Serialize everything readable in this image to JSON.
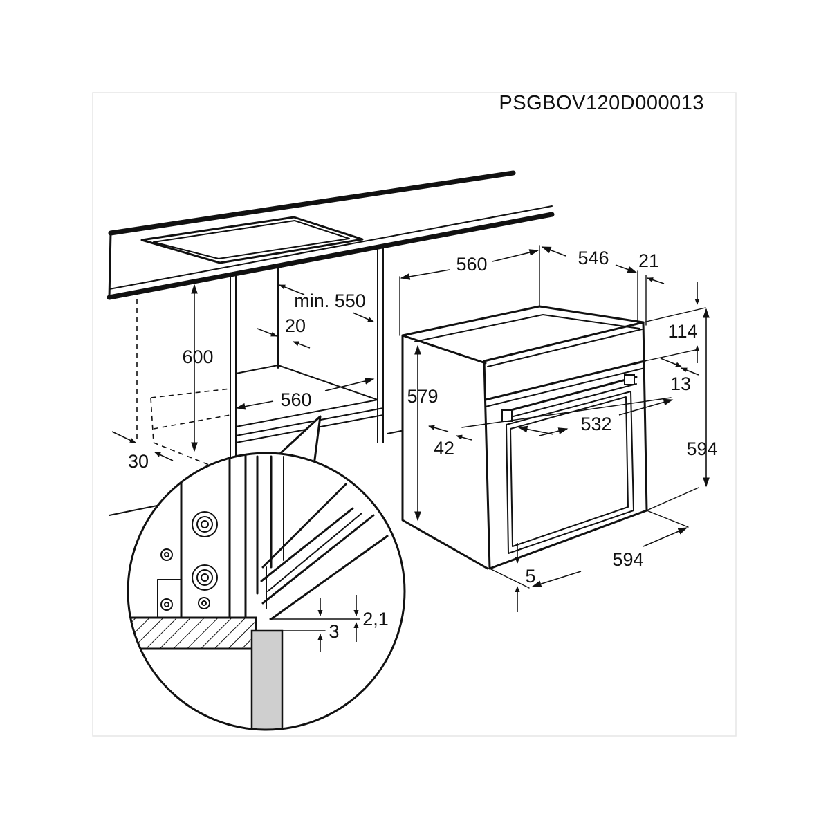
{
  "document_code": "PSGBOV120D000013",
  "cabinet": {
    "height_label": "600",
    "width_label": "560",
    "depth_label": "min. 550",
    "gap_label": "20",
    "plinth_label": "30"
  },
  "oven": {
    "depth_body_label": "560",
    "depth_label": "546",
    "front_thickness_label": "21",
    "panel_height_label": "114",
    "handle_offset_label": "13",
    "body_height_label": "579",
    "inner_width_label": "532",
    "side_offset_label": "42",
    "total_height_label": "594",
    "total_width_label": "594",
    "bottom_gap_label": "5"
  },
  "detail": {
    "gap_top_label": "2,1",
    "gap_bottom_label": "3"
  }
}
